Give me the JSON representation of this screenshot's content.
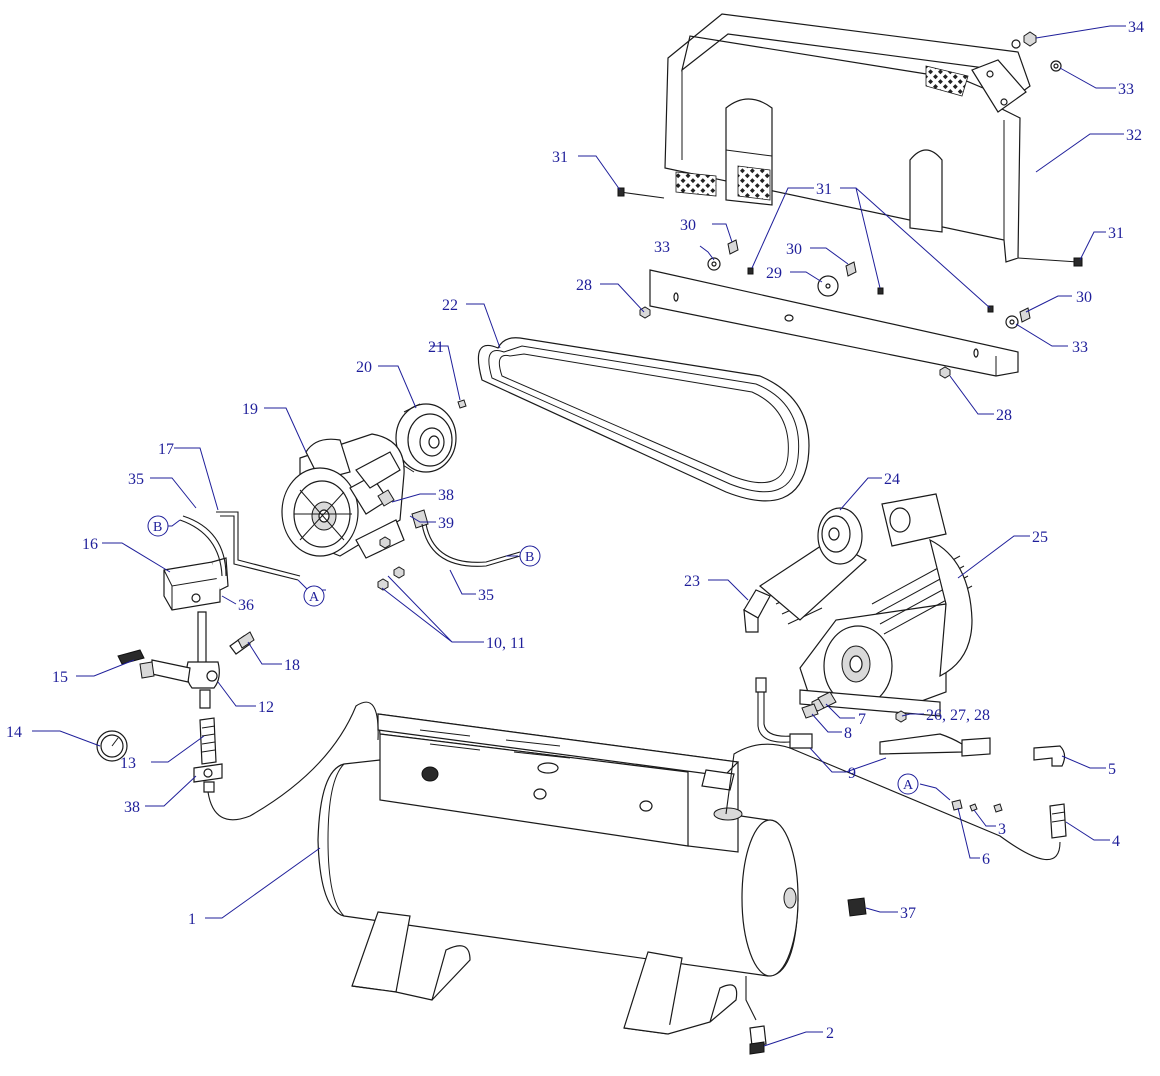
{
  "diagram": {
    "callouts": [
      {
        "id": "c1",
        "label": "1"
      },
      {
        "id": "c2",
        "label": "2"
      },
      {
        "id": "c3",
        "label": "3"
      },
      {
        "id": "c4",
        "label": "4"
      },
      {
        "id": "c5",
        "label": "5"
      },
      {
        "id": "c6",
        "label": "6"
      },
      {
        "id": "c7",
        "label": "7"
      },
      {
        "id": "c8",
        "label": "8"
      },
      {
        "id": "c9",
        "label": "9"
      },
      {
        "id": "c10",
        "label": "10, 11"
      },
      {
        "id": "c12",
        "label": "12"
      },
      {
        "id": "c13",
        "label": "13"
      },
      {
        "id": "c14",
        "label": "14"
      },
      {
        "id": "c15",
        "label": "15"
      },
      {
        "id": "c16",
        "label": "16"
      },
      {
        "id": "c17",
        "label": "17"
      },
      {
        "id": "c18",
        "label": "18"
      },
      {
        "id": "c19",
        "label": "19"
      },
      {
        "id": "c20",
        "label": "20"
      },
      {
        "id": "c21",
        "label": "21"
      },
      {
        "id": "c22",
        "label": "22"
      },
      {
        "id": "c23",
        "label": "23"
      },
      {
        "id": "c24",
        "label": "24"
      },
      {
        "id": "c25",
        "label": "25"
      },
      {
        "id": "c26",
        "label": "26, 27, 28"
      },
      {
        "id": "c28a",
        "label": "28"
      },
      {
        "id": "c28b",
        "label": "28"
      },
      {
        "id": "c29",
        "label": "29"
      },
      {
        "id": "c30a",
        "label": "30"
      },
      {
        "id": "c30b",
        "label": "30"
      },
      {
        "id": "c30c",
        "label": "30"
      },
      {
        "id": "c31a",
        "label": "31"
      },
      {
        "id": "c31b",
        "label": "31"
      },
      {
        "id": "c31c",
        "label": "31"
      },
      {
        "id": "c32",
        "label": "32"
      },
      {
        "id": "c33a",
        "label": "33"
      },
      {
        "id": "c33b",
        "label": "33"
      },
      {
        "id": "c33c",
        "label": "33"
      },
      {
        "id": "c34",
        "label": "34"
      },
      {
        "id": "c35a",
        "label": "35"
      },
      {
        "id": "c35b",
        "label": "35"
      },
      {
        "id": "c36",
        "label": "36"
      },
      {
        "id": "c37",
        "label": "37"
      },
      {
        "id": "c38a",
        "label": "38"
      },
      {
        "id": "c38b",
        "label": "38"
      },
      {
        "id": "c39",
        "label": "39"
      }
    ],
    "references": [
      {
        "id": "refA1",
        "letter": "A"
      },
      {
        "id": "refA2",
        "letter": "A"
      },
      {
        "id": "refB1",
        "letter": "B"
      },
      {
        "id": "refB2",
        "letter": "B"
      }
    ],
    "colors": {
      "callout": "#1f1f9a",
      "line": "#1a1a1a"
    }
  }
}
